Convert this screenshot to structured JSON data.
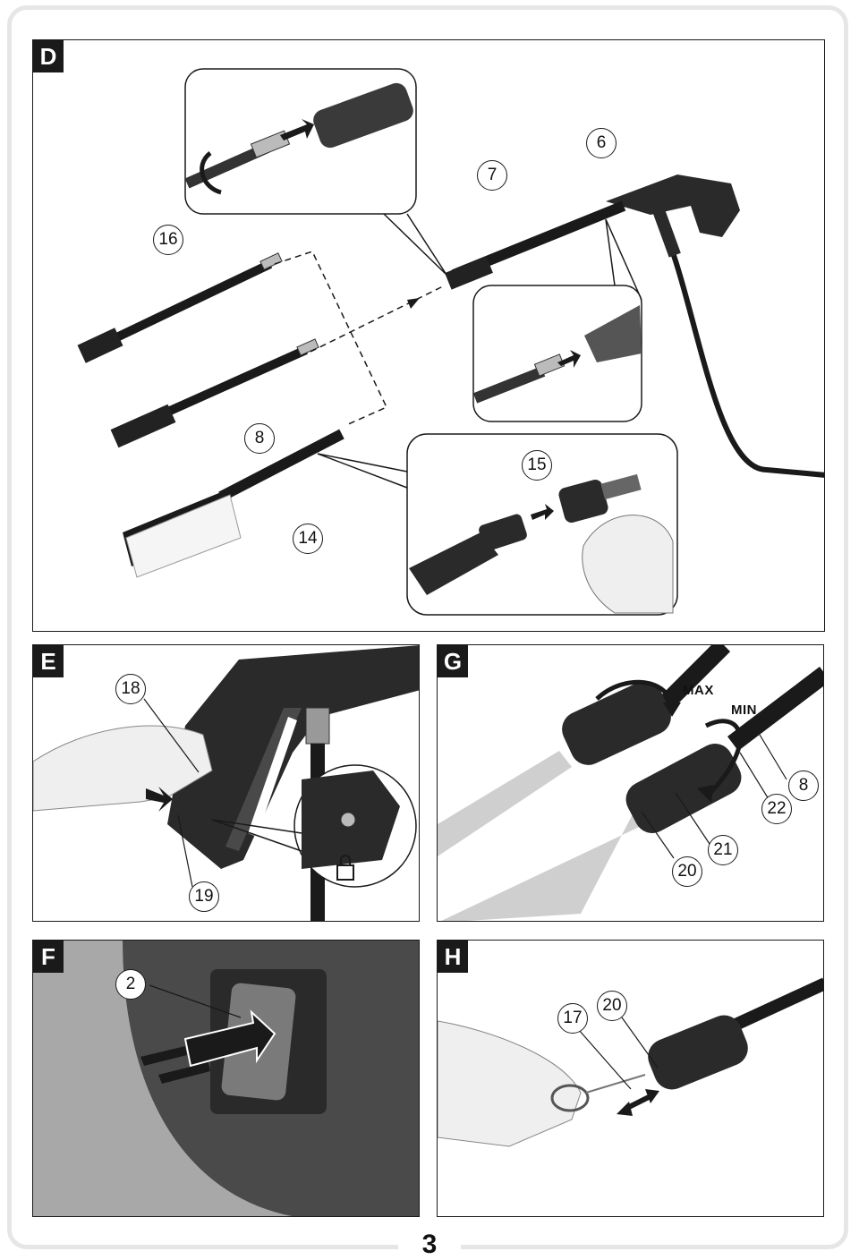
{
  "page_number": "3",
  "panels": {
    "d": {
      "letter": "D",
      "callouts": [
        "16",
        "7",
        "6",
        "8",
        "15",
        "14"
      ]
    },
    "e": {
      "letter": "E",
      "callouts": [
        "18",
        "19"
      ]
    },
    "g": {
      "letter": "G",
      "callouts": [
        "8",
        "22",
        "21",
        "20"
      ],
      "max_label": "MAX",
      "min_label": "MIN"
    },
    "f": {
      "letter": "F",
      "callouts": [
        "2"
      ]
    },
    "h": {
      "letter": "H",
      "callouts": [
        "17",
        "20"
      ]
    }
  },
  "icons": [
    "lock-icon",
    "arrow-icon",
    "rotate-arrow-icon",
    "push-arrow-icon",
    "double-arrow-icon"
  ],
  "colors": {
    "ink": "#1a1a1a",
    "frame": "#e6e6e6",
    "grey_spray": "#cfcfcf",
    "hand": "#efefef"
  }
}
